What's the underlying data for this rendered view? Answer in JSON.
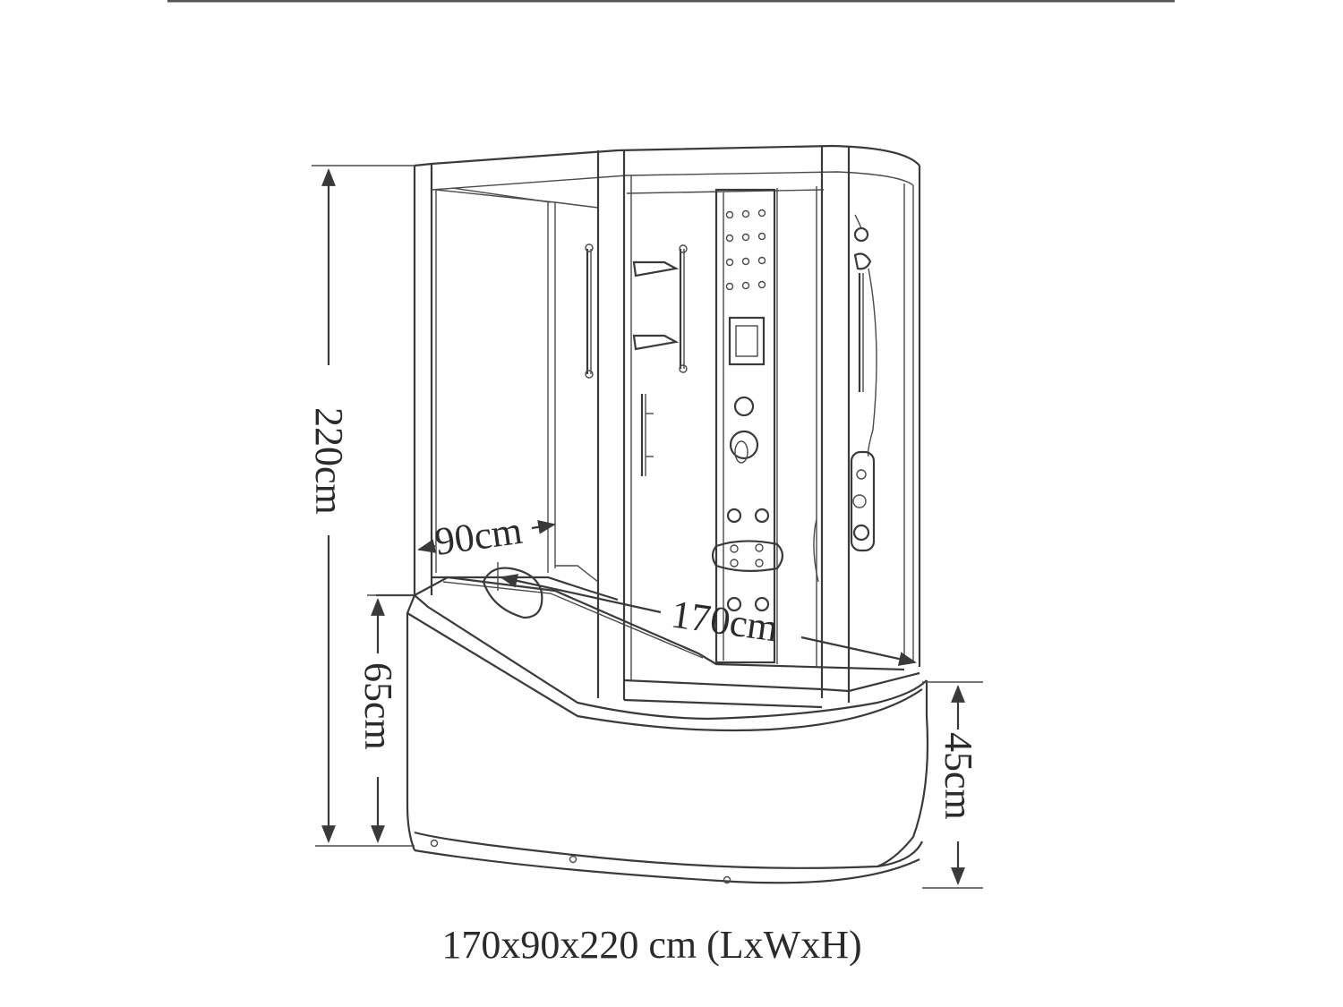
{
  "dimensions": {
    "height_total": "220cm",
    "height_tub": "65cm",
    "height_front": "45cm",
    "width": "90cm",
    "length": "170cm"
  },
  "caption": "170x90x220 cm (LxWxH)",
  "colors": {
    "line": "#3a3a3a",
    "text": "#2b2b2b",
    "background": "#ffffff"
  }
}
